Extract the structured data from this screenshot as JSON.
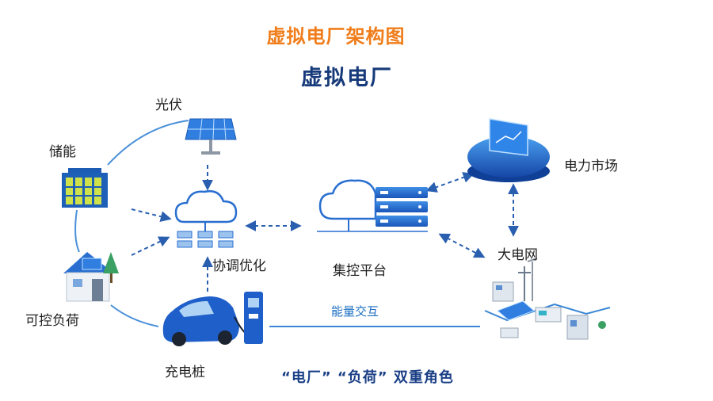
{
  "page_title": "虚拟电厂架构图",
  "diagram_title": "虚拟电厂",
  "nodes": {
    "solar": "光伏",
    "storage": "储能",
    "controllable_load": "可控负荷",
    "charging_pile": "充电桩",
    "coordination": "协调优化",
    "control_platform": "集控平台",
    "power_market": "电力市场",
    "power_grid": "大电网"
  },
  "flow_label": "能量交互",
  "footer_label": "“电厂” “负荷” 双重角色",
  "colors": {
    "title": "#f07d1a",
    "heading": "#173a7a",
    "accent": "#1b6fc2",
    "arrow": "#2a5fb0"
  }
}
